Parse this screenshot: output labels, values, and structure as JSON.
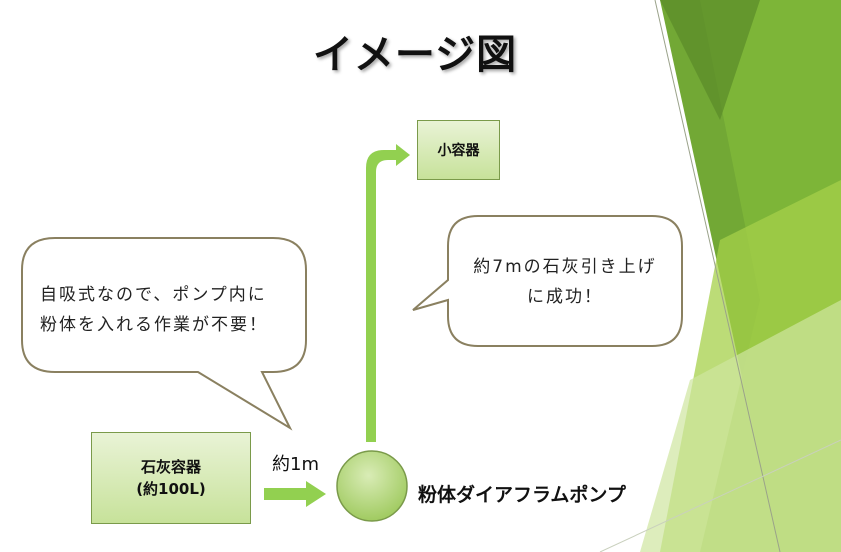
{
  "title": "イメージ図",
  "nodes": {
    "small_container": "小容器",
    "lime_container_line1": "石灰容器",
    "lime_container_line2": "(約100L)",
    "pump_label": "粉体ダイアフラムポンプ"
  },
  "distance_label": "約1m",
  "callouts": {
    "left_line1": "自吸式なので、ポンプ内に",
    "left_line2": "粉体を入れる作業が不要！",
    "right_line1": "約7mの石灰引き上げ",
    "right_line2": "に成功！"
  },
  "colors": {
    "arrow": "#92d050",
    "box_border": "#7a9a4a",
    "bubble_border": "#8a8060",
    "accent_dark": "#5a8a2a",
    "accent_light": "#a6d04a"
  }
}
